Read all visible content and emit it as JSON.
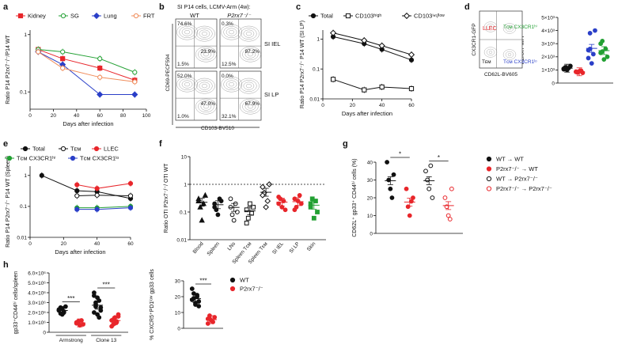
{
  "colors": {
    "red": "#e8262b",
    "green": "#22a033",
    "blue": "#2a3fc8",
    "orange": "#f08c5a",
    "black": "#111111",
    "darkred": "#b01f28"
  },
  "panel_labels": [
    "a",
    "b",
    "c",
    "d",
    "e",
    "f",
    "g",
    "h"
  ],
  "chart_data": [
    {
      "id": "a",
      "type": "line",
      "ylabel": "Ratio P14 P2rx7⁻/⁻/P14 WT",
      "xlabel": "Days after infection",
      "xlim": [
        0,
        100
      ],
      "xticks": [
        0,
        20,
        40,
        60,
        80,
        100
      ],
      "ylim": [
        0.05,
        1.2
      ],
      "ylog": true,
      "yticks": [
        {
          "v": 1,
          "l": "1"
        },
        {
          "v": 0.1,
          "l": "0.1"
        }
      ],
      "legend": [
        "Kidney",
        "SG",
        "Lung",
        "FRT"
      ],
      "series": [
        {
          "name": "Kidney",
          "color": "red",
          "marker": "square",
          "fill": true,
          "x": [
            7,
            28,
            60,
            90
          ],
          "y": [
            0.55,
            0.38,
            0.26,
            0.16
          ]
        },
        {
          "name": "SG",
          "color": "green",
          "marker": "circle",
          "fill": false,
          "x": [
            7,
            28,
            60,
            90
          ],
          "y": [
            0.55,
            0.5,
            0.38,
            0.22
          ]
        },
        {
          "name": "Lung",
          "color": "blue",
          "marker": "diamond",
          "fill": true,
          "x": [
            7,
            28,
            60,
            90
          ],
          "y": [
            0.5,
            0.3,
            0.09,
            0.09
          ]
        },
        {
          "name": "FRT",
          "color": "orange",
          "marker": "circle",
          "fill": false,
          "x": [
            7,
            28,
            60,
            90
          ],
          "y": [
            0.5,
            0.26,
            0.18,
            0.15
          ]
        }
      ]
    },
    {
      "id": "c",
      "type": "line",
      "ylabel": "Ratio P14 P2rx7⁻/⁻ P14 WT (SI LP)",
      "xlabel": "Days after infection",
      "xlim": [
        0,
        60
      ],
      "xticks": [
        0,
        20,
        40,
        60
      ],
      "ylim": [
        0.01,
        2
      ],
      "ylog": true,
      "yticks": [
        {
          "v": 1,
          "l": "1"
        },
        {
          "v": 0.1,
          "l": "0.1"
        },
        {
          "v": 0.01,
          "l": "0.01"
        }
      ],
      "legend": [
        "Total",
        "CD103ʰⁱᵍʰ",
        "CD103ⁱⁿᵗ/ˡᵒʷ"
      ],
      "series": [
        {
          "name": "Total",
          "color": "black",
          "marker": "circle",
          "fill": true,
          "x": [
            7,
            28,
            40,
            60
          ],
          "y": [
            1.2,
            0.7,
            0.45,
            0.2
          ]
        },
        {
          "name": "CD103ʰⁱᵍʰ",
          "color": "black",
          "marker": "square",
          "fill": false,
          "x": [
            7,
            28,
            40,
            60
          ],
          "y": [
            0.045,
            0.02,
            0.025,
            0.022
          ]
        },
        {
          "name": "CD103ⁱⁿᵗ/ˡᵒʷ",
          "color": "black",
          "marker": "diamond",
          "fill": false,
          "x": [
            7,
            28,
            40,
            60
          ],
          "y": [
            1.6,
            0.9,
            0.6,
            0.3
          ]
        }
      ]
    },
    {
      "id": "e",
      "type": "line",
      "ylabel": "Ratio P14 P2rx7⁻/⁻ P14 WT (Spleen)",
      "xlabel": "Days after infection",
      "xlim": [
        0,
        60
      ],
      "xticks": [
        0,
        20,
        40,
        60
      ],
      "ylim": [
        0.01,
        2
      ],
      "ylog": true,
      "yticks": [
        {
          "v": 1,
          "l": "1"
        },
        {
          "v": 0.1,
          "l": "0.1"
        },
        {
          "v": 0.01,
          "l": "0.01"
        }
      ],
      "legend": [
        "Total",
        "Tᴇᴍ",
        "LLEC",
        "Tᴄᴍ CX3CR1ʰⁱ",
        "Tᴄᴍ CX3CR1ˡᵒ"
      ],
      "series": [
        {
          "name": "Total",
          "color": "black",
          "marker": "circle",
          "fill": true,
          "x": [
            7,
            28,
            40,
            60
          ],
          "y": [
            1.0,
            0.32,
            0.3,
            0.18
          ]
        },
        {
          "name": "Tᴇᴍ",
          "color": "black",
          "marker": "circle",
          "fill": false,
          "x": [
            28,
            40,
            60
          ],
          "y": [
            0.22,
            0.23,
            0.22
          ]
        },
        {
          "name": "LLEC",
          "color": "red",
          "marker": "circle",
          "fill": true,
          "x": [
            28,
            40,
            60
          ],
          "y": [
            0.5,
            0.38,
            0.55
          ]
        },
        {
          "name": "Tᴄᴍ CX3CR1ʰⁱ",
          "color": "green",
          "marker": "circle",
          "fill": true,
          "x": [
            28,
            40,
            60
          ],
          "y": [
            0.09,
            0.09,
            0.1
          ]
        },
        {
          "name": "Tᴄᴍ CX3CR1ˡᵒ",
          "color": "blue",
          "marker": "circle",
          "fill": true,
          "x": [
            28,
            40,
            60
          ],
          "y": [
            0.08,
            0.08,
            0.09
          ]
        }
      ]
    },
    {
      "id": "d",
      "type": "scatter",
      "ylabel": "P2RX7 MFI",
      "ylim": [
        0,
        5000
      ],
      "yticks": [
        {
          "v": 0,
          "l": "0"
        },
        {
          "v": 1000,
          "l": "1×10³"
        },
        {
          "v": 2000,
          "l": "2×10³"
        },
        {
          "v": 3000,
          "l": "3×10³"
        },
        {
          "v": 4000,
          "l": "4×10³"
        },
        {
          "v": 5000,
          "l": "5×10³"
        }
      ],
      "groups": [
        {
          "color": "black",
          "values": [
            1100,
            1200,
            1000,
            1150,
            1300,
            1050
          ]
        },
        {
          "color": "red",
          "values": [
            850,
            800,
            900,
            950,
            780,
            870
          ]
        },
        {
          "color": "blue",
          "values": [
            2500,
            3800,
            1500,
            2200,
            4000,
            1900,
            2600
          ]
        },
        {
          "color": "green",
          "values": [
            2300,
            3200,
            1800,
            2600,
            2000,
            3000,
            2400
          ]
        }
      ]
    },
    {
      "id": "f",
      "type": "scatter",
      "ylabel": "Ratio OTI P2rx7⁻/⁻/ OTI WT",
      "ylog": true,
      "ylim": [
        0.01,
        10
      ],
      "yticks": [
        {
          "v": 10,
          "l": "10"
        },
        {
          "v": 1,
          "l": "1"
        },
        {
          "v": 0.1,
          "l": "0.1"
        },
        {
          "v": 0.01,
          "l": "0.01"
        }
      ],
      "refline": 1,
      "categories": [
        "Blood",
        "Spleen",
        "LNs",
        "Spleen Tᴄᴍ",
        "Spleen Tᴇᴍ",
        "SI IEL",
        "SI LP",
        "Skin"
      ],
      "groups": [
        {
          "marker": "triangle",
          "fill": true,
          "color": "black",
          "values": [
            0.3,
            0.15,
            0.05,
            0.2,
            0.4,
            0.25
          ]
        },
        {
          "marker": "circle",
          "fill": true,
          "color": "black",
          "values": [
            0.2,
            0.12,
            0.08,
            0.3,
            0.25,
            0.15
          ]
        },
        {
          "marker": "circle",
          "fill": false,
          "color": "black",
          "values": [
            0.15,
            0.08,
            0.05,
            0.2,
            0.1,
            0.3
          ]
        },
        {
          "marker": "square",
          "fill": false,
          "color": "black",
          "values": [
            0.12,
            0.06,
            0.2,
            0.09,
            0.15,
            0.04
          ]
        },
        {
          "marker": "diamond",
          "fill": false,
          "color": "black",
          "values": [
            0.8,
            0.5,
            0.15,
            0.25,
            1.0,
            0.4
          ]
        },
        {
          "marker": "circle",
          "fill": true,
          "color": "red",
          "values": [
            0.2,
            0.3,
            0.15,
            0.25,
            0.12,
            0.35
          ]
        },
        {
          "marker": "circle",
          "fill": true,
          "color": "red",
          "values": [
            0.3,
            0.15,
            0.25,
            0.4,
            0.2,
            0.12
          ]
        },
        {
          "marker": "square",
          "fill": true,
          "color": "green",
          "values": [
            0.15,
            0.3,
            0.06,
            0.25,
            0.1,
            0.2
          ]
        }
      ]
    },
    {
      "id": "g",
      "type": "scatter",
      "ylabel": "CD62L⁺ gp33⁺ CD44ʰⁱ cells (%)",
      "ylim": [
        0,
        40
      ],
      "yticks": [
        {
          "v": 0,
          "l": "0"
        },
        {
          "v": 10,
          "l": "10"
        },
        {
          "v": 20,
          "l": "20"
        },
        {
          "v": 30,
          "l": "30"
        },
        {
          "v": 40,
          "l": "40"
        }
      ],
      "sig": [
        {
          "from": 0,
          "to": 1,
          "label": "*"
        },
        {
          "from": 2,
          "to": 3,
          "label": "*"
        }
      ],
      "legend": [
        "WT → WT",
        "P2rx7⁻/⁻ → WT",
        "WT → P2rx7⁻/⁻",
        "P2rx7⁻/⁻ → P2rx7⁻/⁻"
      ],
      "groups": [
        {
          "marker": "circle",
          "fill": true,
          "color": "black",
          "values": [
            40,
            30,
            25,
            20,
            33
          ]
        },
        {
          "marker": "circle",
          "fill": true,
          "color": "red",
          "values": [
            25,
            15,
            10,
            18,
            20
          ]
        },
        {
          "marker": "circle",
          "fill": false,
          "color": "black",
          "values": [
            35,
            30,
            25,
            38,
            20
          ]
        },
        {
          "marker": "circle",
          "fill": false,
          "color": "red",
          "values": [
            20,
            15,
            10,
            8,
            25
          ]
        }
      ]
    },
    {
      "id": "h1",
      "type": "scatter",
      "ylabel": "gp33⁺CD44ʰⁱ cells/spleen",
      "ylim": [
        0,
        6000000
      ],
      "yticks": [
        {
          "v": 0,
          "l": "0"
        },
        {
          "v": 1000000,
          "l": "1.0×10⁶"
        },
        {
          "v": 2000000,
          "l": "2.0×10⁶"
        },
        {
          "v": 3000000,
          "l": "3.0×10⁶"
        },
        {
          "v": 4000000,
          "l": "4.0×10⁶"
        },
        {
          "v": 5000000,
          "l": "5.0×10⁶"
        },
        {
          "v": 6000000,
          "l": "6.0×10⁶"
        }
      ],
      "group_labels": [
        "Armstrong",
        "Clone 13"
      ],
      "sig": [
        {
          "from": 0,
          "to": 1,
          "label": "***"
        },
        {
          "from": 2,
          "to": 3,
          "label": "***"
        }
      ],
      "groups": [
        {
          "color": "black",
          "values": [
            2200000,
            2500000,
            1800000,
            2000000,
            2600000,
            2300000,
            1900000,
            2400000,
            2100000
          ]
        },
        {
          "color": "red",
          "values": [
            900000,
            1100000,
            700000,
            1200000,
            800000,
            1000000
          ]
        },
        {
          "color": "black",
          "values": [
            2000000,
            3000000,
            3500000,
            1500000,
            2500000,
            4000000,
            2800000,
            1800000,
            3200000,
            2200000,
            3700000,
            2600000
          ]
        },
        {
          "color": "red",
          "values": [
            1200000,
            800000,
            1500000,
            1000000,
            1800000,
            600000,
            1300000,
            900000,
            1100000,
            1600000
          ]
        }
      ]
    },
    {
      "id": "h2",
      "type": "scatter",
      "ylabel": "% CXCR5⁺PD1ˡᵒʷ gp33 cells",
      "ylim": [
        0,
        30
      ],
      "yticks": [
        {
          "v": 0,
          "l": "0"
        },
        {
          "v": 10,
          "l": "10"
        },
        {
          "v": 20,
          "l": "20"
        },
        {
          "v": 30,
          "l": "30"
        }
      ],
      "sig": [
        {
          "from": 0,
          "to": 1,
          "label": "***"
        }
      ],
      "legend": [
        "WT",
        "P2rx7⁻/⁻"
      ],
      "groups": [
        {
          "color": "black",
          "values": [
            18,
            22,
            15,
            20,
            17,
            25,
            19,
            16,
            21,
            14
          ]
        },
        {
          "color": "red",
          "values": [
            6,
            8,
            5,
            4,
            7,
            3,
            6,
            5
          ]
        }
      ]
    }
  ],
  "flow": {
    "title": "SI P14 cells, LCMV-Arm (4w):",
    "col_labels": [
      "WT",
      "P2rx7⁻/⁻"
    ],
    "row_labels": [
      "SI IEL",
      "SI LP"
    ],
    "yaxis": "CD69-PECF594",
    "xaxis": "CD103-BV510",
    "quadrants": [
      [
        "74.6%",
        "23.9%",
        "1.5%"
      ],
      [
        "0.3%",
        "87.2%",
        "12.5%"
      ],
      [
        "52.0%",
        "47.0%",
        "1.0%"
      ],
      [
        "0.0%",
        "67.9%",
        "32.1%"
      ]
    ]
  },
  "d_flow": {
    "yaxis": "CX3CR1-GFP",
    "xaxis": "CD62L-BV605",
    "labels": [
      "LLEC",
      "Tᴄᴍ CX3CR1ʰⁱ",
      "Tᴇᴍ",
      "Tᴄᴍ CX3CR1ˡᵒ"
    ]
  }
}
